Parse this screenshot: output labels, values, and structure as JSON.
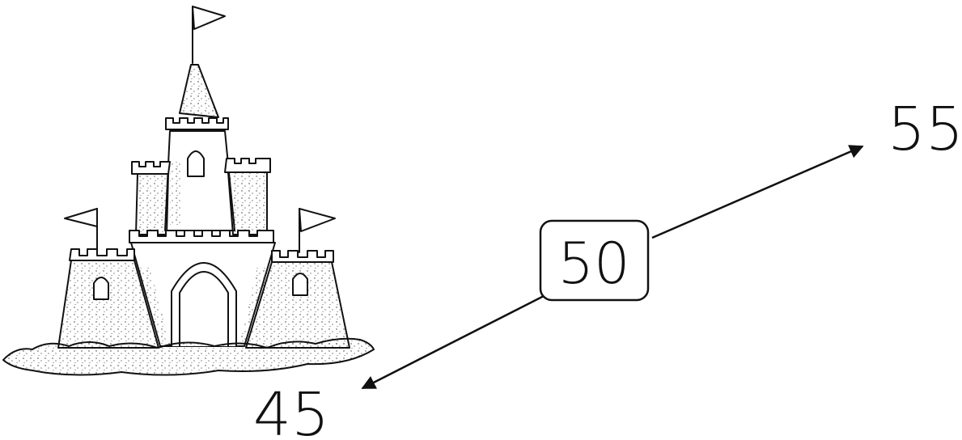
{
  "number_line": {
    "center_label": "50",
    "upper_label": "55",
    "lower_label": "45"
  },
  "illustration": {
    "icon": "sandcastle-icon"
  },
  "colors": {
    "ink": "#111111",
    "background": "#ffffff"
  }
}
